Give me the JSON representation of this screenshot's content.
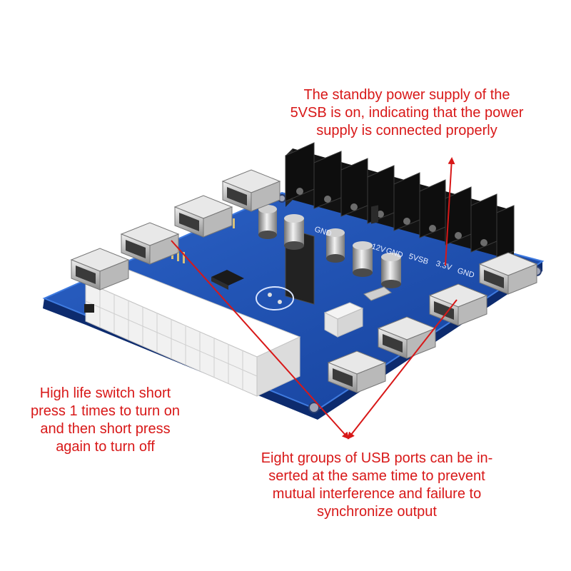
{
  "callouts": {
    "standby": {
      "lines": [
        "The standby power supply of the",
        "5VSB is on, indicating that the power",
        "supply is connected properly"
      ]
    },
    "switch": {
      "lines": [
        "High life switch short",
        "press 1 times to turn on",
        "and then short press",
        "again to turn off"
      ]
    },
    "usb": {
      "lines": [
        "Eight groups of USB ports can be in-",
        "serted at the same time to prevent",
        "mutual interference and failure to",
        "synchronize output"
      ]
    }
  },
  "board": {
    "silkscreen": [
      "GND",
      "12V",
      "GND",
      "5VSB",
      "3.3V",
      "GND"
    ],
    "colors": {
      "pcb": "#1d4fb3",
      "accent": "#d81818",
      "connector": "#f3f3f3",
      "terminal": "#1a1a1a"
    }
  }
}
